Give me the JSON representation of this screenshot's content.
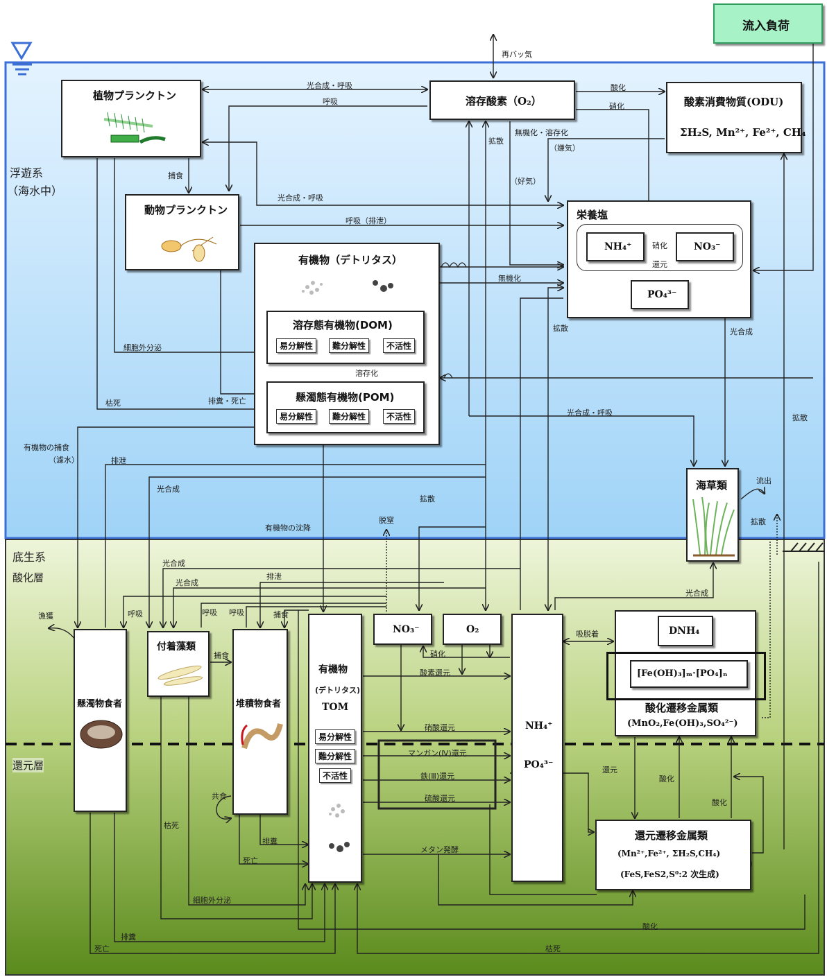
{
  "labels": {
    "inflow_load": "流入負荷",
    "reaeration": "再バッ気",
    "pelagic_system": "浮遊系",
    "in_seawater": "（海水中）",
    "benthic_system": "底生系",
    "oxidized_layer": "酸化層",
    "reduced_layer": "還元層",
    "fishery": "漁獲",
    "outflow": "流出"
  },
  "boxes": {
    "phytoplankton": "植物プランクトン",
    "zooplankton": "動物プランクトン",
    "dissolved_oxygen": "溶存酸素（O₂）",
    "odu_title": "酸素消費物質(ODU)",
    "odu_species": "ΣH₂S, Mn²⁺, Fe²⁺, CH₄",
    "nutrients": "栄養塩",
    "nh4": "NH₄⁺",
    "no3": "NO₃⁻",
    "po4": "PO₄³⁻",
    "nitrification_inner": "硝化",
    "reduction_inner": "還元",
    "organic_detritus": "有機物（デトリタス）",
    "dom": "溶存態有機物(DOM)",
    "pom": "懸濁態有機物(POM)",
    "labile": "易分解性",
    "refractory": "難分解性",
    "inert": "不活性",
    "seagrass": "海草類",
    "suspension_feeder": "懸濁物食者",
    "attached_algae": "付着藻類",
    "deposit_feeder": "堆積物食者",
    "tom_line1": "有機物",
    "tom_line2": "(デトリタス)",
    "tom_line3": "TOM",
    "sed_no3": "NO₃⁻",
    "sed_o2": "O₂",
    "sed_nh4": "NH₄⁺",
    "sed_po4": "PO₄³⁻",
    "dnh4": "DNH₄",
    "fe_complex": "[Fe(OH)₃]ₘ·[PO₄]ₙ",
    "oxidized_tm": "酸化遷移金属類",
    "oxidized_tm_species": "(MnO₂,Fe(OH)₃,SO₄²⁻)",
    "reduced_tm": "還元遷移金属類",
    "reduced_tm_species1": "(Mn²⁺,Fe²⁺, ΣH₂S,CH₄)",
    "reduced_tm_species2": "(FeS,FeS2,S⁰:2 次生成)"
  },
  "flows": {
    "photo_resp": "光合成・呼吸",
    "respiration": "呼吸",
    "oxidation": "酸化",
    "nitrification": "硝化",
    "mineralize_dissolve": "無機化・溶存化",
    "anaerobic": "（嫌気）",
    "aerobic": "（好気）",
    "diffusion": "拡散",
    "grazing": "捕食",
    "resp_excretion": "呼吸（排泄）",
    "mineralization": "無機化",
    "photosynthesis": "光合成",
    "exudation": "細胞外分泌",
    "dissolution": "溶存化",
    "death": "枯死",
    "excretion_death": "排糞・死亡",
    "filter_feeding": "有機物の捕食",
    "filter_water": "（濾水）",
    "excretion": "排泄",
    "sinking": "有機物の沈降",
    "denitrification": "脱窒",
    "adsorption": "吸脱着",
    "oxygen_reduction": "酸素還元",
    "nitrate_reduction": "硝酸還元",
    "mn_reduction": "マンガン(Ⅳ)還元",
    "fe_reduction": "鉄(Ⅲ)還元",
    "sulfate_reduction": "硫酸還元",
    "methanogenesis": "メタン発酵",
    "reduction": "還元",
    "cannibalism": "共食",
    "feces": "排糞",
    "mortality": "死亡"
  },
  "colors": {
    "water_top": "#dcefff",
    "water_bottom": "#9fd4f6",
    "water_border": "#3c6fd6",
    "sediment_top": "#eaf2d3",
    "sediment_bottom": "#5f8f1f",
    "inflow_fill": "#a8f2c8",
    "inflow_border": "#2f9d5e"
  }
}
